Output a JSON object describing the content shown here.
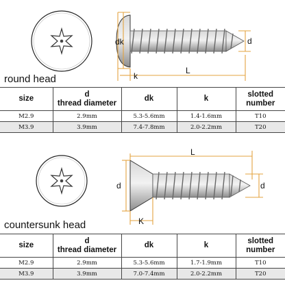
{
  "sections": [
    {
      "title": "round head",
      "drawing_labels": {
        "dk": "dk",
        "d": "d",
        "k": "k",
        "L": "L"
      },
      "headers": [
        {
          "l1": "size",
          "l2": ""
        },
        {
          "l1": "d",
          "l2": "thread diameter"
        },
        {
          "l1": "dk",
          "l2": ""
        },
        {
          "l1": "k",
          "l2": ""
        },
        {
          "l1": "slotted",
          "l2": "number"
        }
      ],
      "rows": [
        [
          "M2.9",
          "2.9mm",
          "5.3-5.6mm",
          "1.4-1.6mm",
          "T10"
        ],
        [
          "M3.9",
          "3.9mm",
          "7.4-7.8mm",
          "2.0-2.2mm",
          "T20"
        ]
      ]
    },
    {
      "title": "countersunk head",
      "drawing_labels": {
        "dk": "d",
        "d": "d",
        "k": "K",
        "L": "L"
      },
      "headers": [
        {
          "l1": "size",
          "l2": ""
        },
        {
          "l1": "d",
          "l2": "thread diameter"
        },
        {
          "l1": "dk",
          "l2": ""
        },
        {
          "l1": "k",
          "l2": ""
        },
        {
          "l1": "slotted",
          "l2": "number"
        }
      ],
      "rows": [
        [
          "M2.9",
          "2.9mm",
          "5.3-5.6mm",
          "1.7-1.9mm",
          "T10"
        ],
        [
          "M3.9",
          "3.9mm",
          "7.0-7.4mm",
          "2.0-2.2mm",
          "T20"
        ]
      ]
    }
  ],
  "colors": {
    "screw_metal": "#b9b9b9",
    "dimension_line": "#e3a33f",
    "table_border": "#444444",
    "alt_row": "#e8e8e8"
  }
}
